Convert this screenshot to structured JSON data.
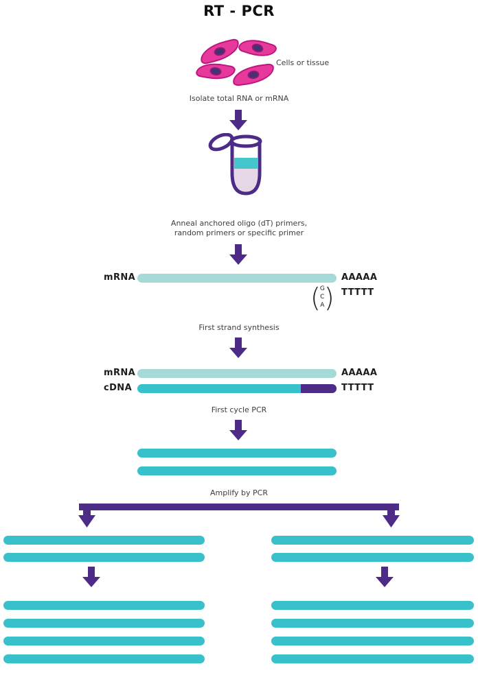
{
  "title": "RT - PCR",
  "colors": {
    "purple": "#4d2c87",
    "teal": "#38c1ca",
    "light_teal": "#a6dad6",
    "cell_pink": "#e6399b",
    "tube_liquid_teal": "#45c6cd",
    "tube_liquid_pink": "#e6d7e6"
  },
  "steps": {
    "cells_label": "Cells or tissue",
    "isolate_label": "Isolate total RNA or mRNA",
    "anneal_line1": "Anneal anchored oligo (dT) primers,",
    "anneal_line2": "random primers or specific primer",
    "first_strand_label": "First strand synthesis",
    "first_cycle_label": "First cycle PCR",
    "amplify_label": "Amplify by PCR"
  },
  "sequence": {
    "mrna_label": "mRNA",
    "cdna_label": "cDNA",
    "poly_a": "AAAAA",
    "oligo_dt": "TTTTT",
    "anchor": [
      "G",
      "C",
      "A"
    ]
  }
}
